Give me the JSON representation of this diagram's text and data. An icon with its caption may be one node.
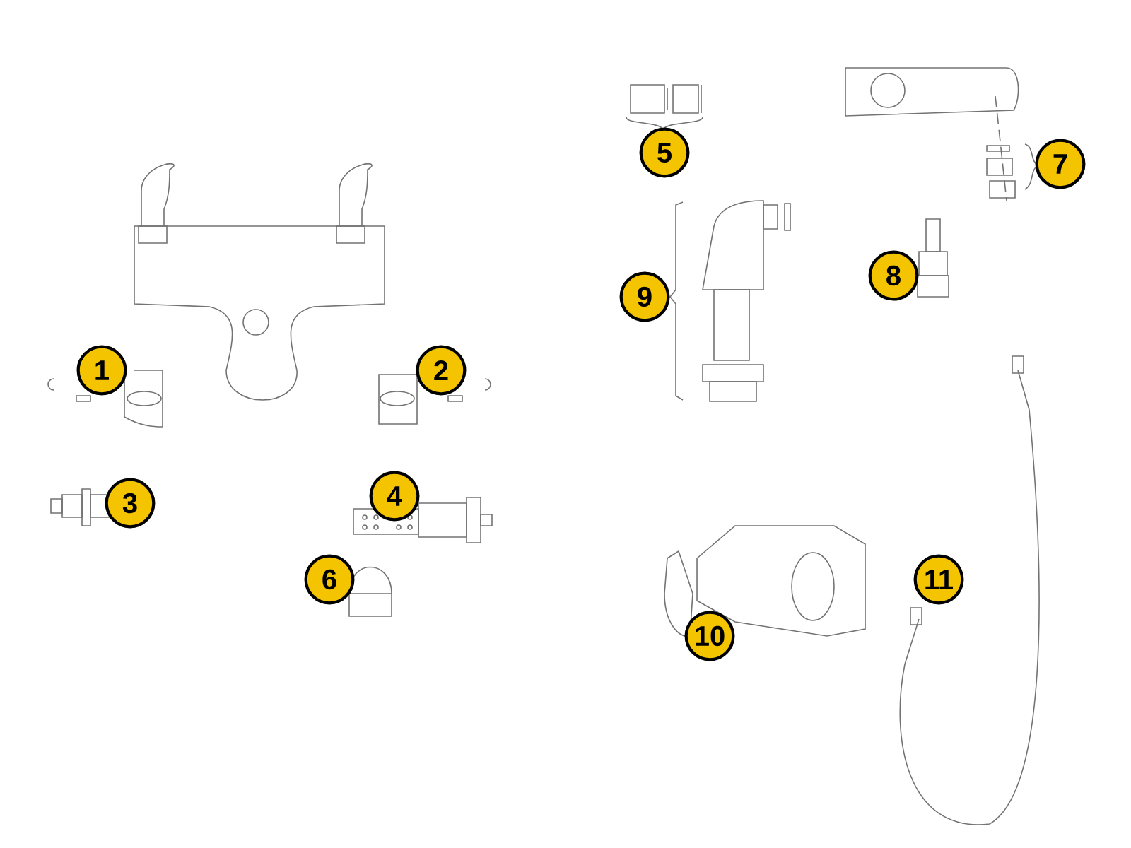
{
  "diagram": {
    "labels": [
      "1",
      "2",
      "3",
      "4",
      "5",
      "6",
      "7",
      "8",
      "9",
      "10",
      "11"
    ]
  }
}
